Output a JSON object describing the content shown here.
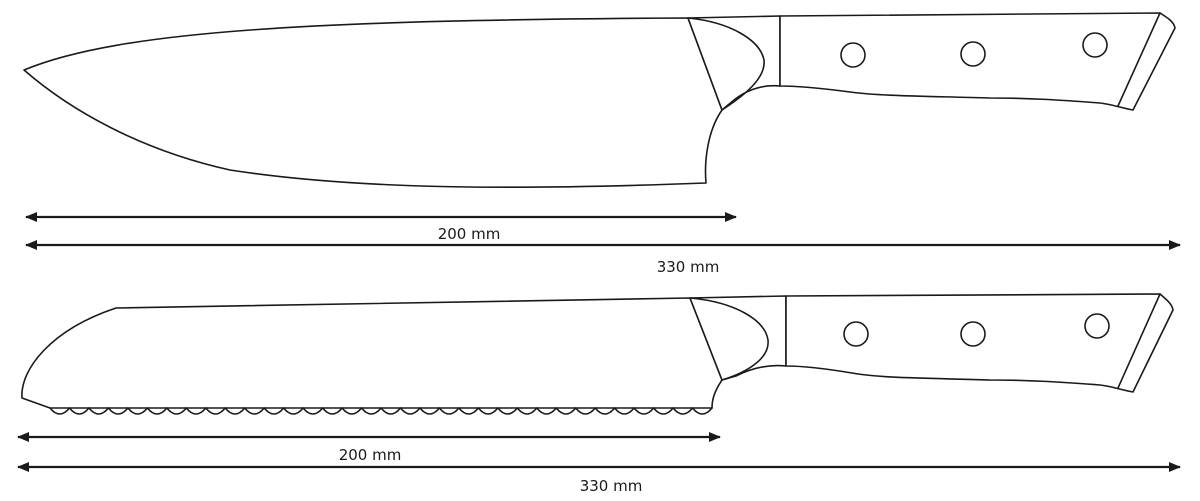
{
  "knives": [
    {
      "name": "chef knife",
      "blade_length_label": "200 mm",
      "total_length_label": "330 mm"
    },
    {
      "name": "bread knife",
      "blade_length_label": "200 mm",
      "total_length_label": "330 mm"
    }
  ],
  "colors": {
    "line": "#1a1a1a",
    "background": "#ffffff"
  }
}
